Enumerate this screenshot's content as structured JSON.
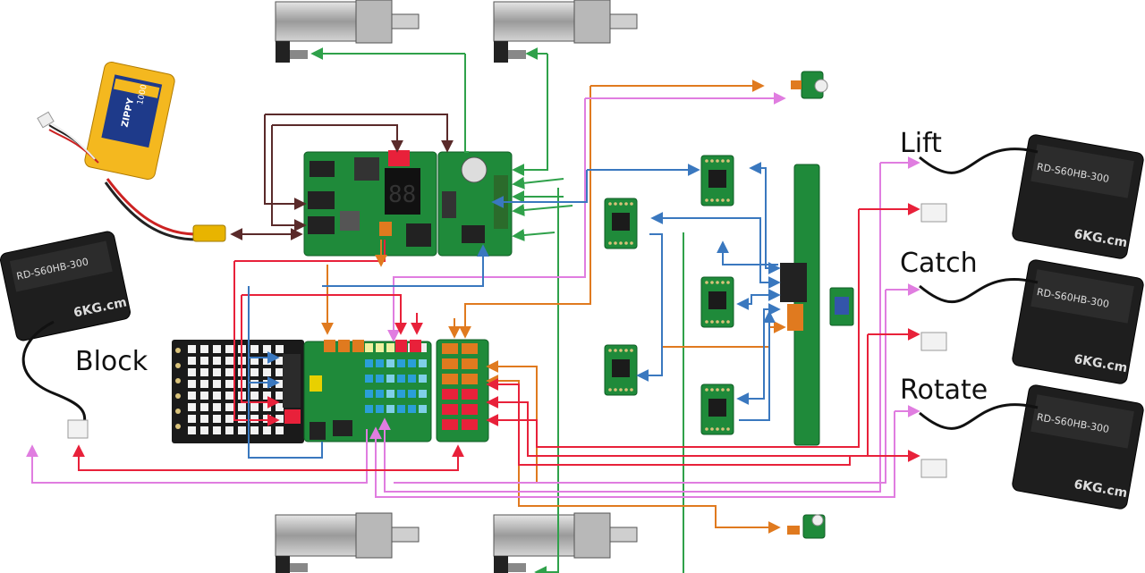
{
  "labels": {
    "lift": "Lift",
    "catch": "Catch",
    "rotate": "Rotate",
    "block": "Block"
  },
  "battery": {
    "brand": "ZIPPY",
    "capacity": "1000"
  },
  "servos": {
    "model": "RD-S60HB-300",
    "torque": "6KG.cm"
  },
  "colors": {
    "red": "#e8213a",
    "blue": "#3a78bf",
    "green": "#2fa14a",
    "orange": "#e07a1f",
    "violet": "#e07de0",
    "brown": "#5a2a2a",
    "pcb": "#1f8a3a",
    "pcb_dark": "#17692c",
    "servo_body": "#1e1e1e",
    "battery": "#f4b81f"
  }
}
